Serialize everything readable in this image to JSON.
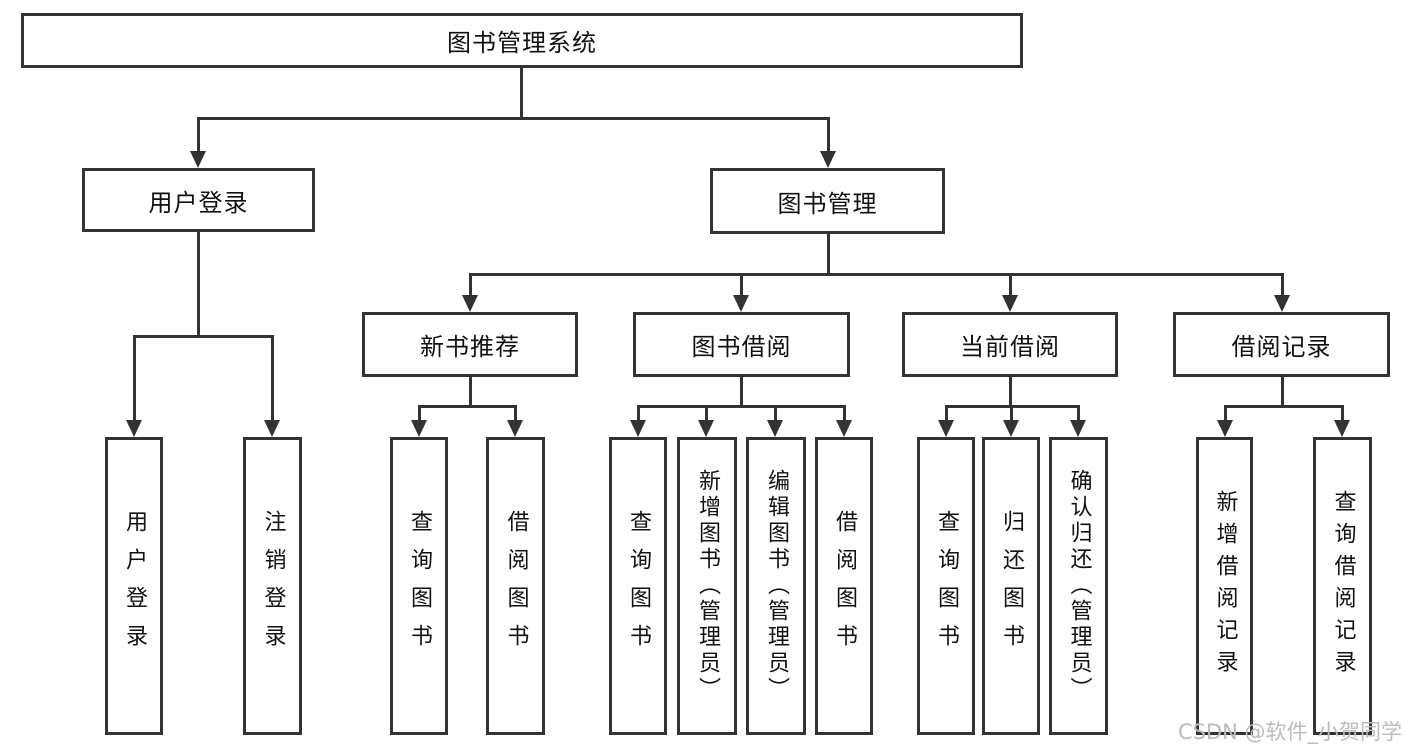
{
  "nodes": {
    "root": "图书管理系统",
    "user_login": "用户登录",
    "book_mgmt": "图书管理",
    "new_books": "新书推荐",
    "book_borrow": "图书借阅",
    "current_borrow": "当前借阅",
    "borrow_records": "借阅记录",
    "leaves": {
      "user": [
        "用户登录",
        "注销登录"
      ],
      "newbook": [
        "查询图书",
        "借阅图书"
      ],
      "borrow": [
        "查询图书",
        "新增图书（管理员）",
        "编辑图书（管理员）",
        "借阅图书"
      ],
      "current": [
        "查询图书",
        "归还图书",
        "确认归还（管理员）"
      ],
      "records": [
        "新增借阅记录",
        "查询借阅记录"
      ]
    }
  },
  "watermark": {
    "text": "CSDN @软件_小贺同学"
  },
  "colors": {
    "line": "#333333",
    "text": "#111111",
    "watermark": "#bcbcbc",
    "background": "#ffffff"
  }
}
